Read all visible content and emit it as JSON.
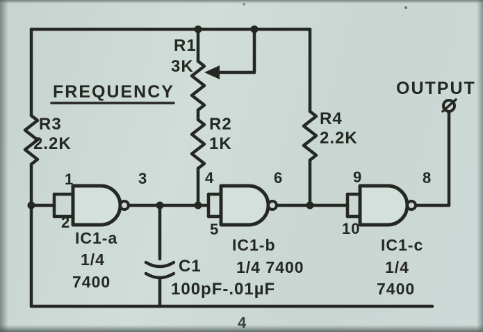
{
  "colors": {
    "paper": "#cbd8d4",
    "ink": "#242722"
  },
  "labels": {
    "frequency": "FREQUENCY",
    "output": "OUTPUT",
    "artifact": "4"
  },
  "resistors": {
    "r1": {
      "ref": "R1",
      "value": "3K"
    },
    "r2": {
      "ref": "R2",
      "value": "1K"
    },
    "r3": {
      "ref": "R3",
      "value": "2.2K"
    },
    "r4": {
      "ref": "R4",
      "value": "2.2K"
    }
  },
  "capacitor": {
    "ref": "C1",
    "value": "100pF-.01µF"
  },
  "gates": {
    "a": {
      "name": "IC1-a",
      "sub1": "1/4",
      "sub2": "7400",
      "pin_in_top": "1",
      "pin_in_bottom": "2",
      "pin_out": "3"
    },
    "b": {
      "name": "IC1-b",
      "sub1": "1/4 7400",
      "pin_in_top": "4",
      "pin_in_bottom": "5",
      "pin_out": "6"
    },
    "c": {
      "name": "IC1-c",
      "sub1": "1/4",
      "sub2": "7400",
      "pin_in_top": "9",
      "pin_in_bottom": "10",
      "pin_out": "8"
    }
  }
}
